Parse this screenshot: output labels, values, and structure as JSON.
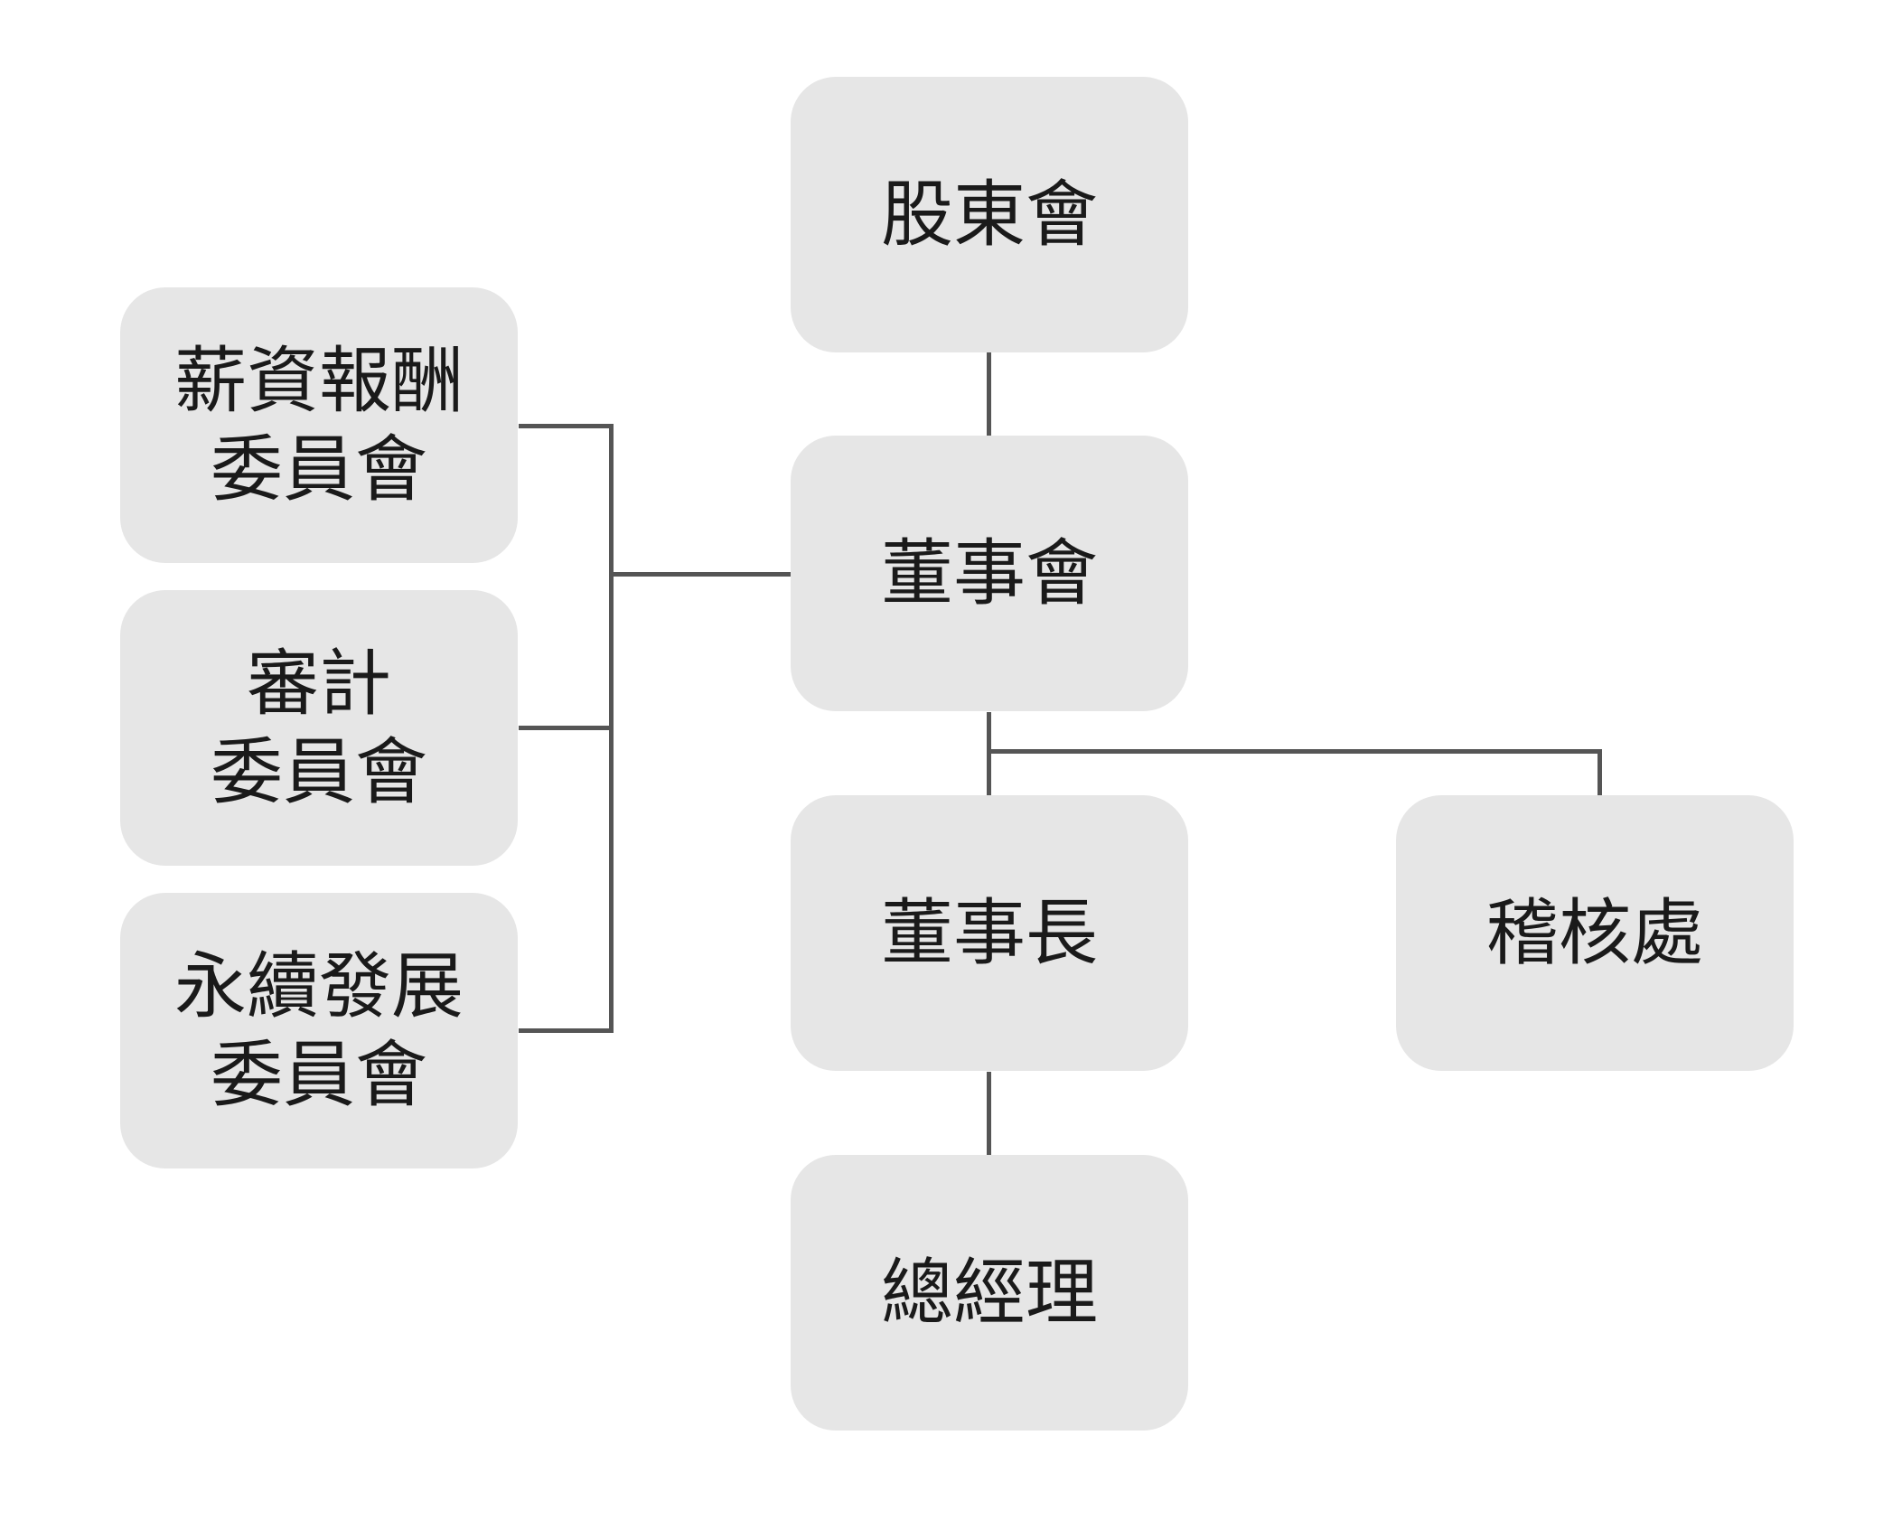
{
  "org_chart": {
    "shareholders": {
      "lines": [
        "股東會"
      ]
    },
    "board": {
      "lines": [
        "董事會"
      ]
    },
    "chairman": {
      "lines": [
        "董事長"
      ]
    },
    "audit_office": {
      "lines": [
        "稽核處"
      ]
    },
    "general_manager": {
      "lines": [
        "總經理"
      ]
    },
    "compensation_committee": {
      "lines": [
        "薪資報酬",
        "委員會"
      ]
    },
    "audit_committee": {
      "lines": [
        "審計",
        "委員會"
      ]
    },
    "sustainability_committee": {
      "lines": [
        "永續發展",
        "委員會"
      ]
    }
  },
  "colors": {
    "box_fill": "#e6e6e6",
    "connector": "#555555",
    "text": "#1a1a1a",
    "background": "#ffffff"
  }
}
